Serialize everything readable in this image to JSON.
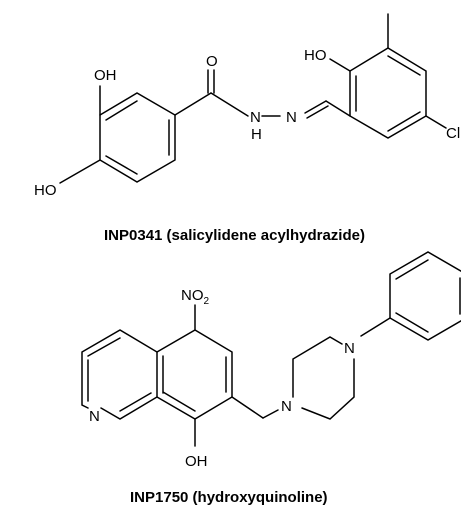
{
  "molecules": [
    {
      "caption": "INP0341 (salicylidene acylhydrazide)",
      "labels": {
        "oh_ring_top": "OH",
        "carbonyl_o": "O",
        "oh_ring_left": "HO",
        "nh_n": "N",
        "nh_h": "H",
        "imine_n": "N",
        "phenol_oh": "HO",
        "chloro": "Cl"
      }
    },
    {
      "caption": "INP1750 (hydroxyquinoline)",
      "labels": {
        "nitro_main": "NO",
        "nitro_sub": "2",
        "pyridine_n": "N",
        "hydroxy": "OH",
        "piperazine_n1": "N",
        "piperazine_n4": "N"
      }
    }
  ]
}
